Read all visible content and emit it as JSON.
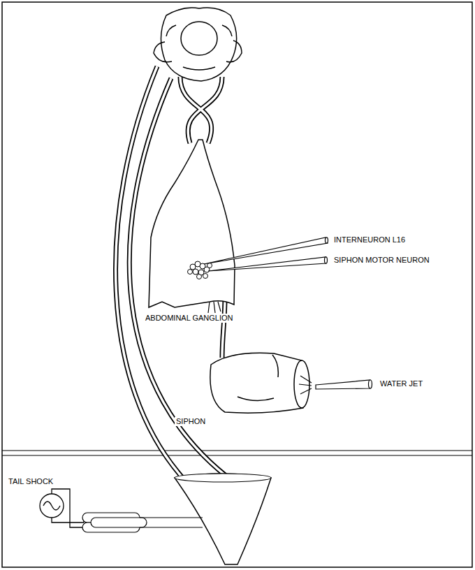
{
  "diagram": {
    "labels": [
      "INTERNEURON L16",
      "SIPHON MOTOR NEURON",
      "ABDOMINAL GANGLION",
      "WATER JET",
      "SIPHON",
      "TAIL SHOCK"
    ]
  }
}
